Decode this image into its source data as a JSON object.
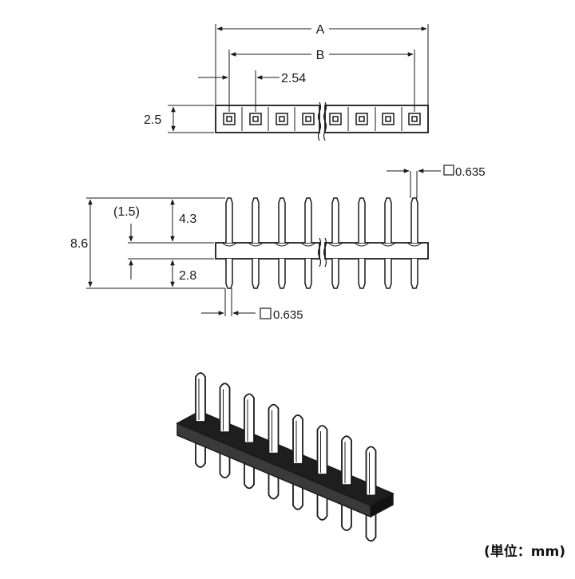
{
  "top_view": {
    "dim_a": "A",
    "dim_b": "B",
    "pitch": "2.54",
    "height": "2.5",
    "pin_count_visible": 8
  },
  "side_view": {
    "pin_square_top": "0.635",
    "pin_square_bottom": "0.635",
    "total_length": "8.6",
    "body_height": "(1.5)",
    "upper_pin": "4.3",
    "lower_pin": "2.8"
  },
  "unit_note": "(単位：mm)",
  "colors": {
    "line": "#1a1a1a",
    "body_fill": "#2a2a2a",
    "background": "#ffffff"
  }
}
